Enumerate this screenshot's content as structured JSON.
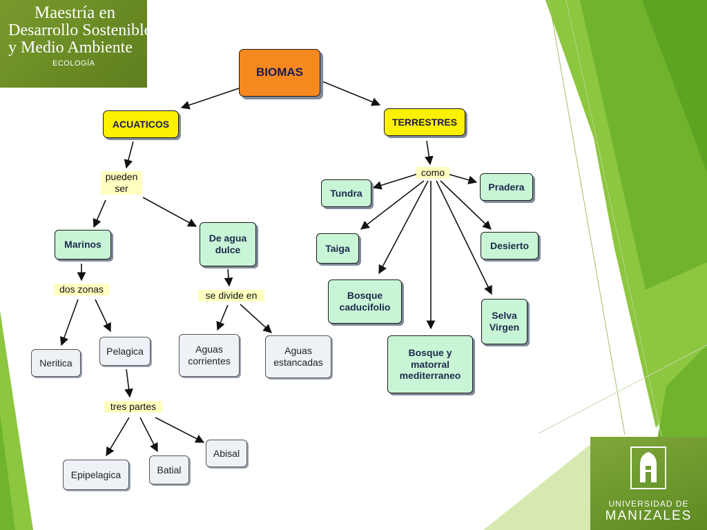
{
  "header_logo": {
    "line1": "Maestría en",
    "line2": "Desarrollo Sostenible",
    "line3": "y Medio Ambiente",
    "line4": "ECOLOGÍA"
  },
  "footer_logo": {
    "line1": "UNIVERSIDAD DE",
    "line2": "MANIZALES"
  },
  "colors": {
    "root_fill": "#f5891f",
    "category_fill": "#fbf100",
    "terrestrial_fill": "#c9f5d7",
    "leaf_fill": "#eef1f6",
    "link_label_fill": "#ffffc0",
    "slide_accent": "#8dc63f"
  },
  "concept_map": {
    "root": "BIOMAS",
    "acuaticos": {
      "label": "ACUATICOS",
      "link": "pueden ser",
      "marinos": {
        "label": "Marinos",
        "link": "dos zonas",
        "neritica": "Neritica",
        "pelagica": {
          "label": "Pelagica",
          "link": "tres partes",
          "epipelagica": "Epipelagica",
          "batial": "Batial",
          "abisal": "Abisal"
        }
      },
      "dulce": {
        "label": "De agua dulce",
        "link": "se divide en",
        "corrientes": "Aguas corrientes",
        "estancadas": "Aguas estancadas"
      }
    },
    "terrestres": {
      "label": "TERRESTRES",
      "link": "como",
      "tundra": "Tundra",
      "taiga": "Taiga",
      "bosque_caducifolio": "Bosque caducifolio",
      "bosque_mediterraneo": "Bosque y matorral mediterraneo",
      "selva": "Selva Virgen",
      "desierto": "Desierto",
      "pradera": "Pradera"
    }
  }
}
